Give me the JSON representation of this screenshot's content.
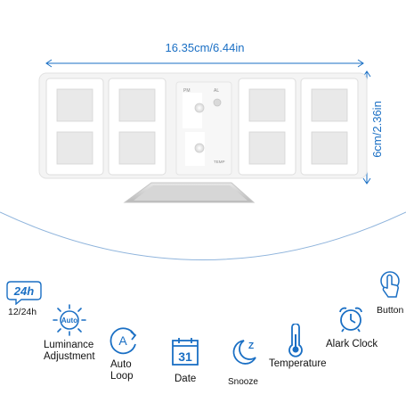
{
  "dimensions": {
    "width_label": "16.35cm/6.44in",
    "height_label": "6cm/2.36in"
  },
  "clock_face": {
    "pm_label": "PM",
    "al_label": "AL",
    "temp_label": "TEMP"
  },
  "features": [
    {
      "id": "24h",
      "icon_text": "24h",
      "icon": "24h-badge-icon",
      "label": "12/24h"
    },
    {
      "id": "luminance",
      "icon_text": "Auto",
      "icon": "auto-brightness-icon",
      "label_line1": "Luminance",
      "label_line2": "Adjustment"
    },
    {
      "id": "autoloop",
      "icon_text": "A",
      "icon": "auto-loop-icon",
      "label_line1": "Auto",
      "label_line2": "Loop"
    },
    {
      "id": "date",
      "icon_text": "31",
      "icon": "calendar-icon",
      "label": "Date"
    },
    {
      "id": "snooze",
      "icon_text": "Z",
      "icon": "moon-snooze-icon",
      "label": "Snooze"
    },
    {
      "id": "temperature",
      "icon": "thermometer-icon",
      "label": "Temperature"
    },
    {
      "id": "alarm",
      "icon": "alarm-clock-icon",
      "label": "Alark Clock"
    },
    {
      "id": "button",
      "icon": "touch-button-icon",
      "label": "Button"
    }
  ],
  "colors": {
    "accent": "#1a6fc4",
    "arc": "#8fb4dc",
    "clock_body": "#f4f4f4",
    "segment": "#ffffff"
  }
}
